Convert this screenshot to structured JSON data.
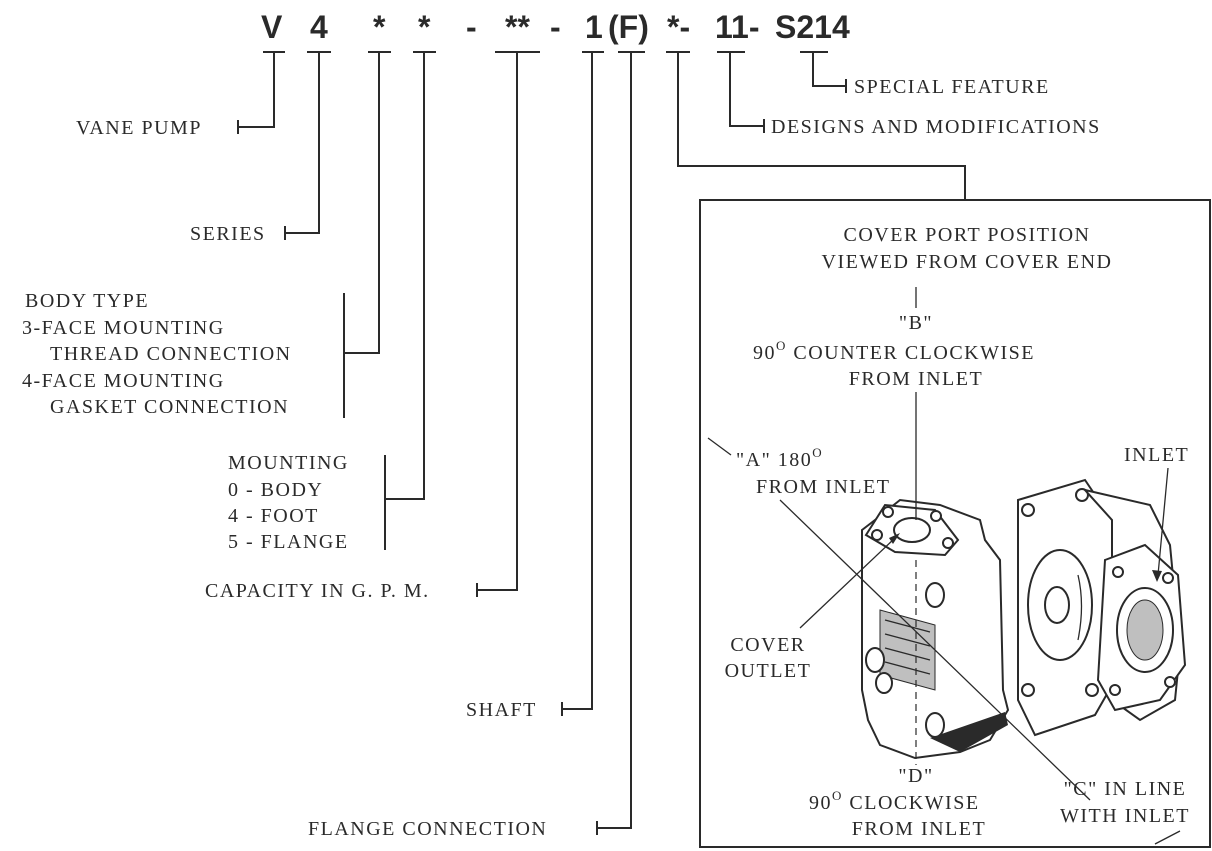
{
  "model_code": {
    "segments": [
      "V",
      "4",
      "*",
      "*",
      "-",
      "**",
      "-",
      "1",
      "(F)",
      "*-",
      "11-",
      "S214"
    ]
  },
  "labels": {
    "vane_pump": "VANE PUMP",
    "series": "SERIES",
    "body_type": [
      "BODY TYPE",
      "3-FACE MOUNTING",
      "THREAD CONNECTION",
      "4-FACE MOUNTING",
      "GASKET CONNECTION"
    ],
    "mounting": [
      "MOUNTING",
      "0 - BODY",
      "4 - FOOT",
      "5 - FLANGE"
    ],
    "capacity": "CAPACITY IN G. P. M.",
    "shaft": "SHAFT",
    "flange_connection": "FLANGE CONNECTION",
    "designs": "DESIGNS AND MODIFICATIONS",
    "special_feature": "SPECIAL FEATURE"
  },
  "port_box": {
    "title": [
      "COVER PORT POSITION",
      "VIEWED FROM COVER END"
    ],
    "b": [
      "\"B\"",
      "90",
      "O",
      " COUNTER CLOCKWISE",
      "FROM INLET"
    ],
    "a": [
      "\"A\" 180",
      "O",
      "FROM INLET"
    ],
    "inlet": "INLET",
    "cover_outlet": [
      "COVER",
      "OUTLET"
    ],
    "d": [
      "\"D\"",
      "90",
      "O",
      " CLOCKWISE",
      "FROM INLET"
    ],
    "c": [
      "\"C\" IN LINE",
      "WITH INLET"
    ]
  }
}
